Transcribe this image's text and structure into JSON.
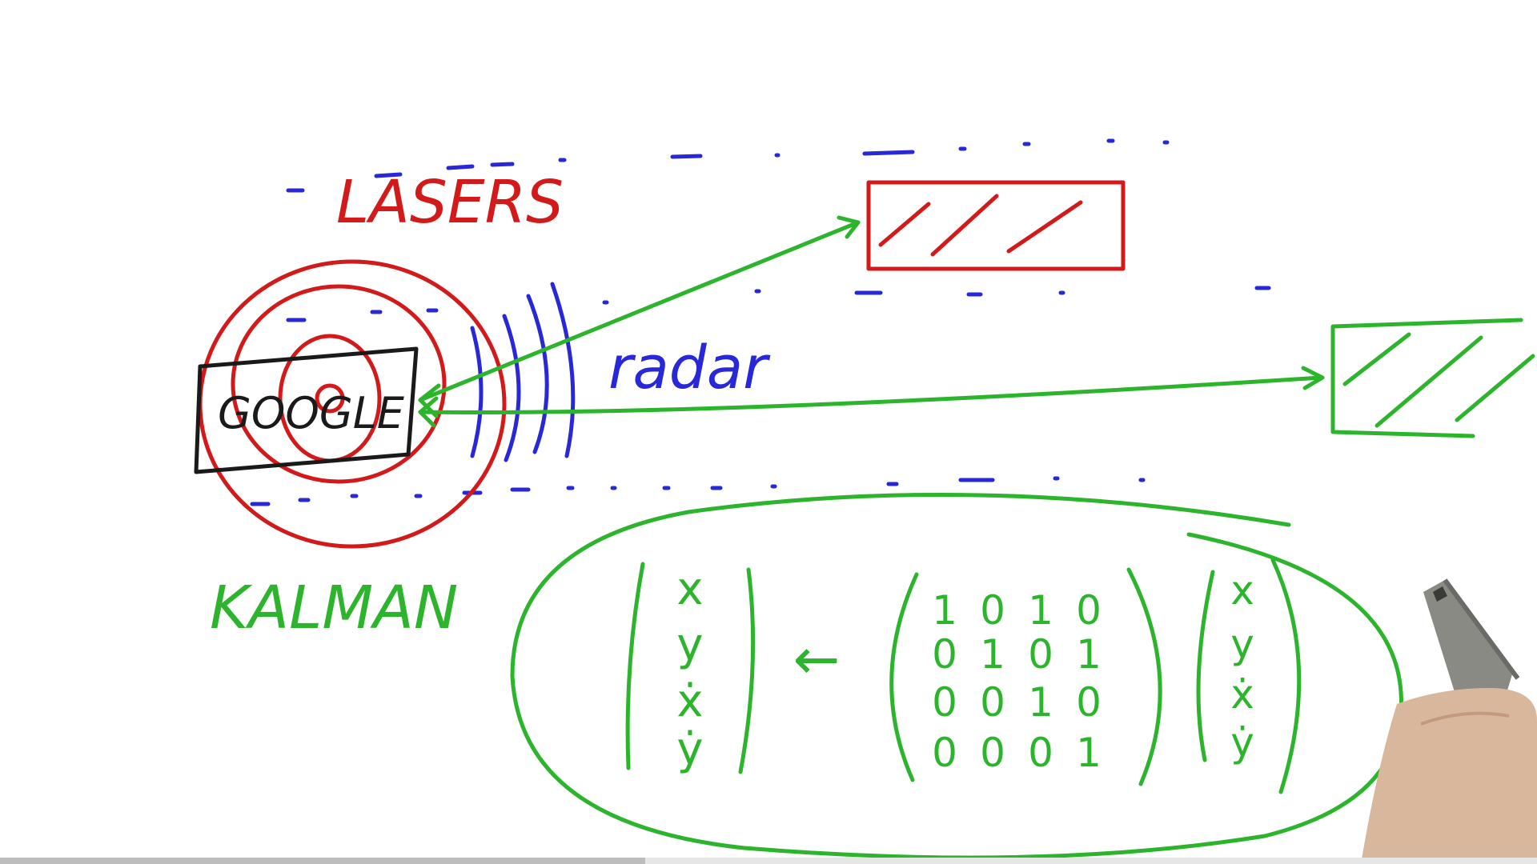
{
  "labels": {
    "lasers": "LASERS",
    "radar": "radar",
    "google": "GOOGLE",
    "kalman": "KALMAN"
  },
  "matrix": {
    "result_vector": [
      "x",
      "y",
      "ẋ",
      "ẏ"
    ],
    "transition": [
      [
        "1",
        "0",
        "1",
        "0"
      ],
      [
        "0",
        "1",
        "0",
        "1"
      ],
      [
        "0",
        "0",
        "1",
        "0"
      ],
      [
        "0",
        "0",
        "0",
        "1"
      ]
    ],
    "state_vector": [
      "x",
      "y",
      "ẋ",
      "ẏ"
    ],
    "arrow": "←"
  },
  "colors": {
    "red": "#d31a1a",
    "green": "#2cb52c",
    "blue": "#2828d6",
    "black": "#1a1a1a"
  },
  "video": {
    "progress": 0.42
  }
}
